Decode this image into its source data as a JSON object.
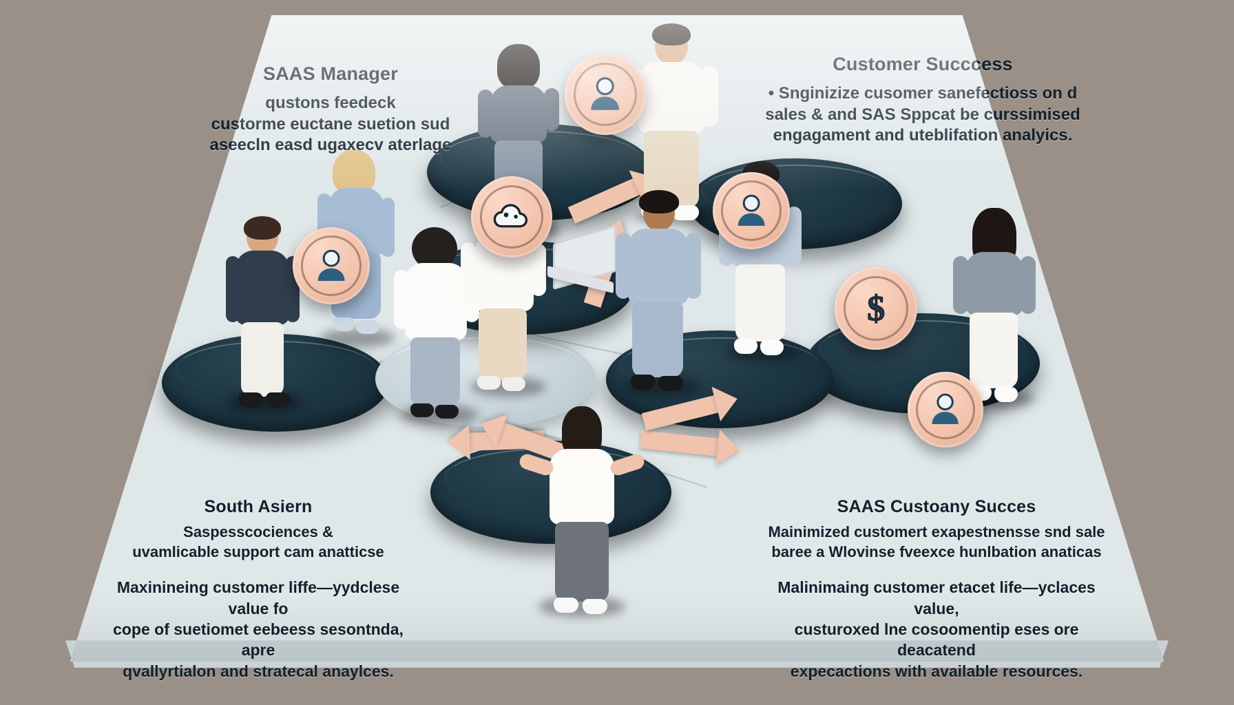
{
  "scene": {
    "background_color": "#9a9087",
    "board_color": "#dfe7e9",
    "platform_color": "#1d3744",
    "accent_badge_color": "#f2c2ab",
    "arrow_color": "#f0c3ad",
    "text_color": "#12202b"
  },
  "annotations": {
    "top_left": {
      "title": "SAAS Manager",
      "lines": [
        "qustons feedeck",
        "custorme euctane suetion sud",
        "aseecln easd ugaxecv aterlage"
      ]
    },
    "top_right": {
      "title": "Customer Succcess",
      "lines": [
        "• Snginizize cusomer sanefectioss on d",
        "sales & and SAS Sppcat be curssimised",
        "engagament and uteblifation analyics."
      ]
    },
    "bottom_left": {
      "title": "South Asiern",
      "lines": [
        "Saspesscociences &",
        "uvamlicable support cam anatticse"
      ],
      "paragraph": [
        "Maxinineing customer liffe—yydclese value fo",
        "cope of suetiomet eebeess sesontnda, apre",
        "qvallyrtialon and stratecal anaylces."
      ]
    },
    "bottom_right": {
      "title": "SAAS Custoany Succes",
      "lines": [
        "Mainimized customert exapestnensse snd sale",
        "baree a Wlovinse fveexce hunlbation anaticas"
      ],
      "paragraph": [
        "Malinimaing customer etacet life—yclaces value,",
        "custuroxed lne cosoomentip eses ore deacatend",
        "expecactions with available resources."
      ]
    }
  },
  "badges": [
    {
      "id": "badge-person-top",
      "icon": "person-icon",
      "label": "user"
    },
    {
      "id": "badge-cloud",
      "icon": "cloud-icon",
      "label": "cloud"
    },
    {
      "id": "badge-person-left",
      "icon": "person-icon",
      "label": "user"
    },
    {
      "id": "badge-person-center-right",
      "icon": "person-icon",
      "label": "user"
    },
    {
      "id": "badge-dollar",
      "icon": "dollar-icon",
      "label": "revenue"
    },
    {
      "id": "badge-person-right",
      "icon": "person-icon",
      "label": "user"
    }
  ],
  "figures": [
    {
      "id": "figure-left-analyst",
      "role": "analyst"
    },
    {
      "id": "figure-left-manager",
      "role": "manager"
    },
    {
      "id": "figure-support-rep",
      "role": "support-rep"
    },
    {
      "id": "figure-top-presenter",
      "role": "presenter"
    },
    {
      "id": "figure-top-lead",
      "role": "lead"
    },
    {
      "id": "figure-center-developer",
      "role": "developer"
    },
    {
      "id": "figure-center-consultant",
      "role": "consultant"
    },
    {
      "id": "figure-right-account",
      "role": "account-manager"
    },
    {
      "id": "figure-right-success",
      "role": "success-manager"
    },
    {
      "id": "figure-front-coordinator",
      "role": "coordinator"
    }
  ]
}
